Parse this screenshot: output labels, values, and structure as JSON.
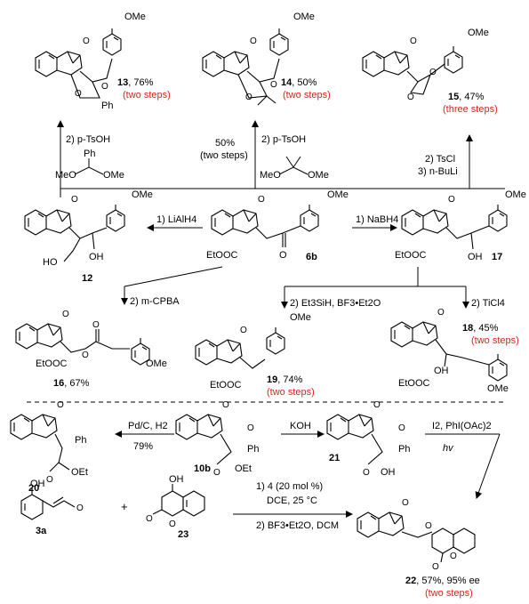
{
  "chem": {
    "ome": "OMe",
    "ph": "Ph",
    "o": "O",
    "oh": "OH",
    "ho": "HO",
    "etooc": "EtOOC",
    "oet": "OEt",
    "meo": "MeO"
  },
  "products_top": {
    "p13": {
      "num": "13",
      "yield": ", 76%",
      "note": "(two steps)"
    },
    "p14": {
      "num": "14",
      "yield": ", 50%",
      "note": "(two steps)"
    },
    "p15": {
      "num": "15",
      "yield": ", 47%",
      "note": "(three steps)"
    }
  },
  "conditions_top": {
    "ptsoh_1": "2) p-TsOH",
    "ptsoh_2": "2) p-TsOH",
    "pct50": "50%",
    "two_steps": "(two steps)",
    "tscl": "2) TsCl",
    "nbuli": "3) n-BuLi"
  },
  "middle": {
    "c12": "12",
    "c6b": "6b",
    "c17": "17",
    "lialh4": "1) LiAlH4",
    "nabh4": "1) NaBH4",
    "mcpba": "2) m-CPBA",
    "et3sih": "2) Et3SiH, BF3•Et2O",
    "ticl4": "2) TiCl4"
  },
  "products_mid": {
    "p16": {
      "num": "16",
      "yield": ", 67%"
    },
    "p18": {
      "num": "18",
      "yield": ", 45%",
      "note": "(two steps)"
    },
    "p19": {
      "num": "19",
      "yield": ", 74%",
      "note": "(two steps)"
    }
  },
  "bottom": {
    "c20": "20",
    "c10b": "10b",
    "c21": "21",
    "c3a": "3a",
    "c23": "23",
    "plus": "+",
    "pdc": "Pd/C, H2",
    "pct79": "79%",
    "koh": "KOH",
    "i2": "I2, PhI(OAc)2",
    "hv": "hv",
    "cat": "1) 4 (20 mol %)",
    "dce": "DCE, 25 °C",
    "bf3": "2) BF3•Et2O, DCM",
    "p22": {
      "num": "22",
      "yield": ", 57%, 95% ee",
      "note": "(two steps)"
    }
  }
}
